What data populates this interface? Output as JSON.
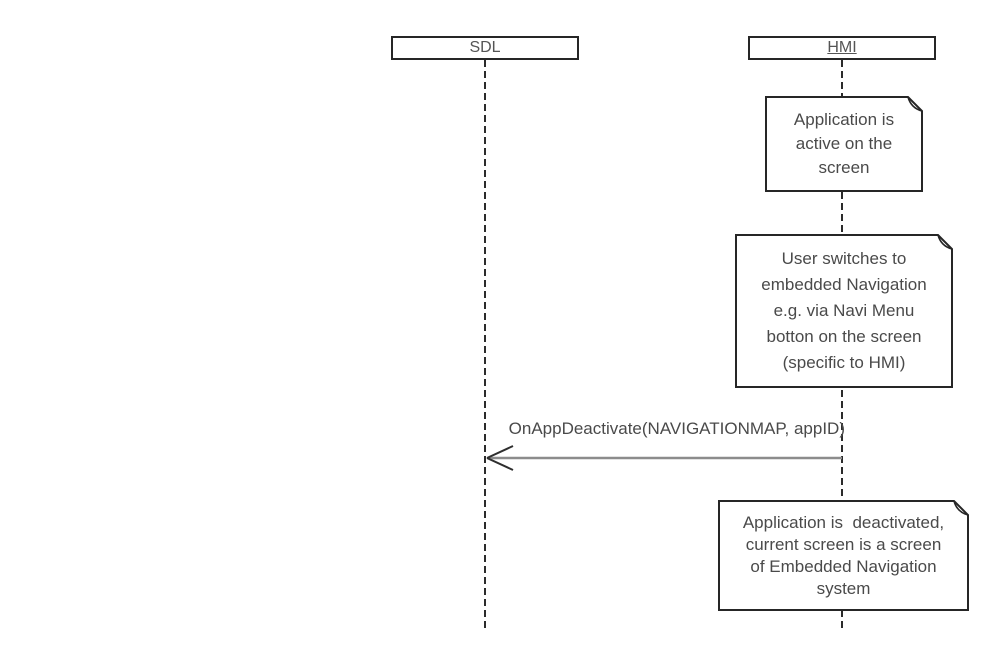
{
  "diagram": {
    "type": "uml-sequence-diagram",
    "lifelines": [
      {
        "label": "SDL",
        "underlined": false
      },
      {
        "label": "HMI",
        "underlined": true
      }
    ],
    "notes": [
      {
        "text": "Application is active on the screen",
        "lines": [
          "Application is",
          "active on the",
          "screen"
        ]
      },
      {
        "text": "User switches to embedded Navigation e.g. via Navi Menu botton on the screen (specific to HMI)",
        "lines": [
          "User switches to",
          "embedded Navigation",
          "e.g. via Navi Menu",
          "botton on the screen",
          "(specific to HMI)"
        ]
      },
      {
        "text": "Application is  deactivated, current screen is a screen of Embedded Navigation system",
        "lines": [
          "Application is  deactivated,",
          "current screen is a screen",
          "of Embedded Navigation",
          "system"
        ]
      }
    ],
    "messages": [
      {
        "label": "OnAppDeactivate(NAVIGATIONMAP, appID)",
        "from": "HMI",
        "to": "SDL",
        "arrow": "open"
      }
    ],
    "colors": {
      "background": "#ffffff",
      "border": "#262626",
      "text": "#4a4a4a",
      "message_line": "#8c8c8c"
    }
  }
}
